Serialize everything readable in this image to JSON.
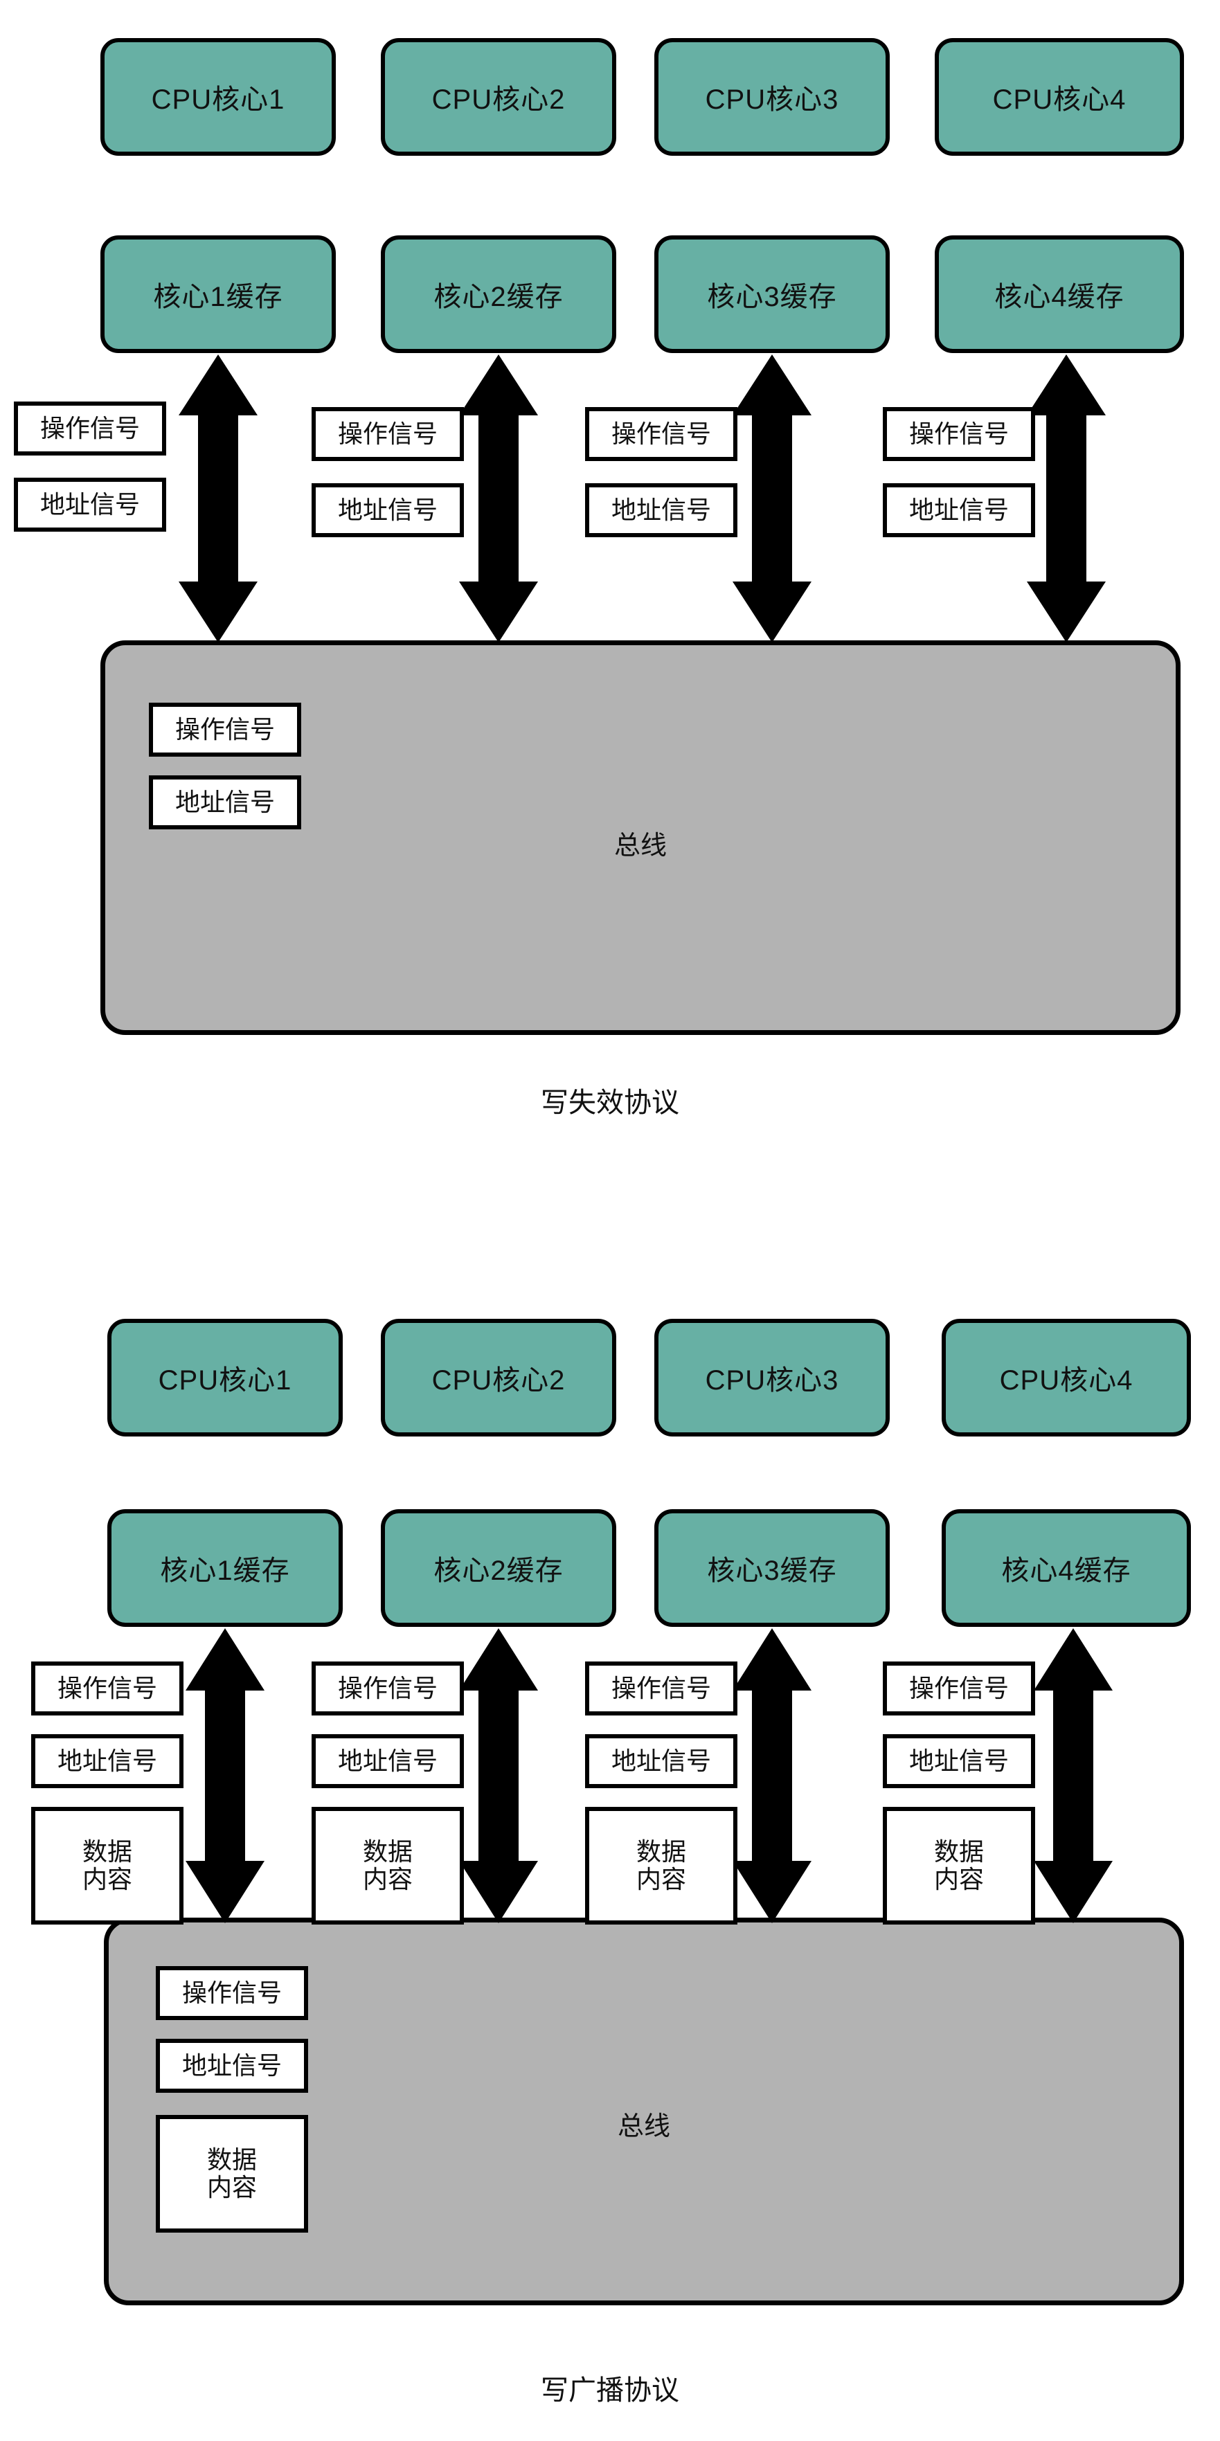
{
  "diagram1": {
    "caption": "写失效协议",
    "cores": [
      {
        "label": "CPU核心1"
      },
      {
        "label": "CPU核心2"
      },
      {
        "label": "CPU核心3"
      },
      {
        "label": "CPU核心4"
      }
    ],
    "caches": [
      {
        "label": "核心1缓存"
      },
      {
        "label": "核心2缓存"
      },
      {
        "label": "核心3缓存"
      },
      {
        "label": "核心4缓存"
      }
    ],
    "lane_signals": [
      {
        "op": "操作信号",
        "addr": "地址信号"
      },
      {
        "op": "操作信号",
        "addr": "地址信号"
      },
      {
        "op": "操作信号",
        "addr": "地址信号"
      },
      {
        "op": "操作信号",
        "addr": "地址信号"
      }
    ],
    "bus": {
      "label": "总线",
      "signals": [
        "操作信号",
        "地址信号"
      ]
    }
  },
  "diagram2": {
    "caption": "写广播协议",
    "cores": [
      {
        "label": "CPU核心1"
      },
      {
        "label": "CPU核心2"
      },
      {
        "label": "CPU核心3"
      },
      {
        "label": "CPU核心4"
      }
    ],
    "caches": [
      {
        "label": "核心1缓存"
      },
      {
        "label": "核心2缓存"
      },
      {
        "label": "核心3缓存"
      },
      {
        "label": "核心4缓存"
      }
    ],
    "lane_signals": [
      {
        "op": "操作信号",
        "addr": "地址信号",
        "data_l1": "数据",
        "data_l2": "内容"
      },
      {
        "op": "操作信号",
        "addr": "地址信号",
        "data_l1": "数据",
        "data_l2": "内容"
      },
      {
        "op": "操作信号",
        "addr": "地址信号",
        "data_l1": "数据",
        "data_l2": "内容"
      },
      {
        "op": "操作信号",
        "addr": "地址信号",
        "data_l1": "数据",
        "data_l2": "内容"
      }
    ],
    "bus": {
      "label": "总线",
      "signals": [
        "操作信号",
        "地址信号"
      ],
      "data_l1": "数据",
      "data_l2": "内容"
    }
  },
  "colors": {
    "node_fill": "#67b0a4",
    "bus_fill": "#b3b3b3",
    "stroke": "#000000",
    "chip_fill": "#ffffff",
    "text": "#111111"
  }
}
